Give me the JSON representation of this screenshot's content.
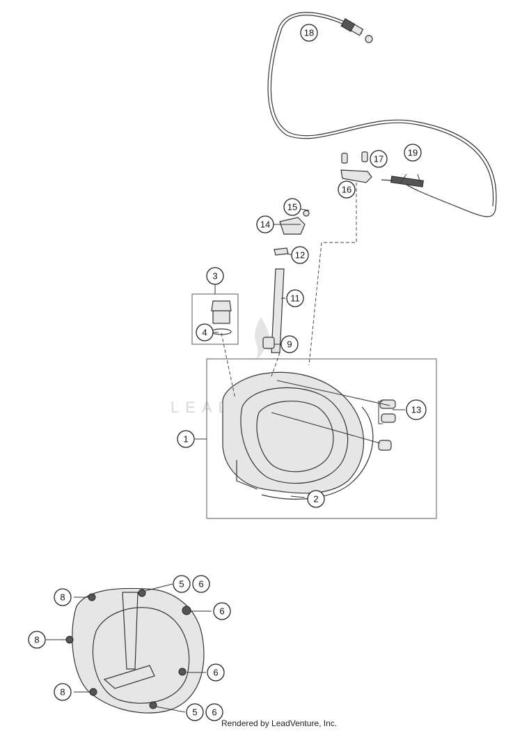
{
  "callouts": {
    "c1": "1",
    "c2": "2",
    "c3": "3",
    "c4": "4",
    "c9": "9",
    "c11": "11",
    "c12": "12",
    "c13": "13",
    "c14": "14",
    "c15": "15",
    "c16": "16",
    "c17": "17",
    "c18": "18",
    "c19": "19",
    "b5a": "5",
    "b6a": "6",
    "b6b": "6",
    "b6c": "6",
    "b5b": "5",
    "b6d": "6",
    "b8a": "8",
    "b8b": "8",
    "b8c": "8"
  },
  "watermark": "LEADVENTURE",
  "footer": "Rendered by LeadVenture, Inc."
}
